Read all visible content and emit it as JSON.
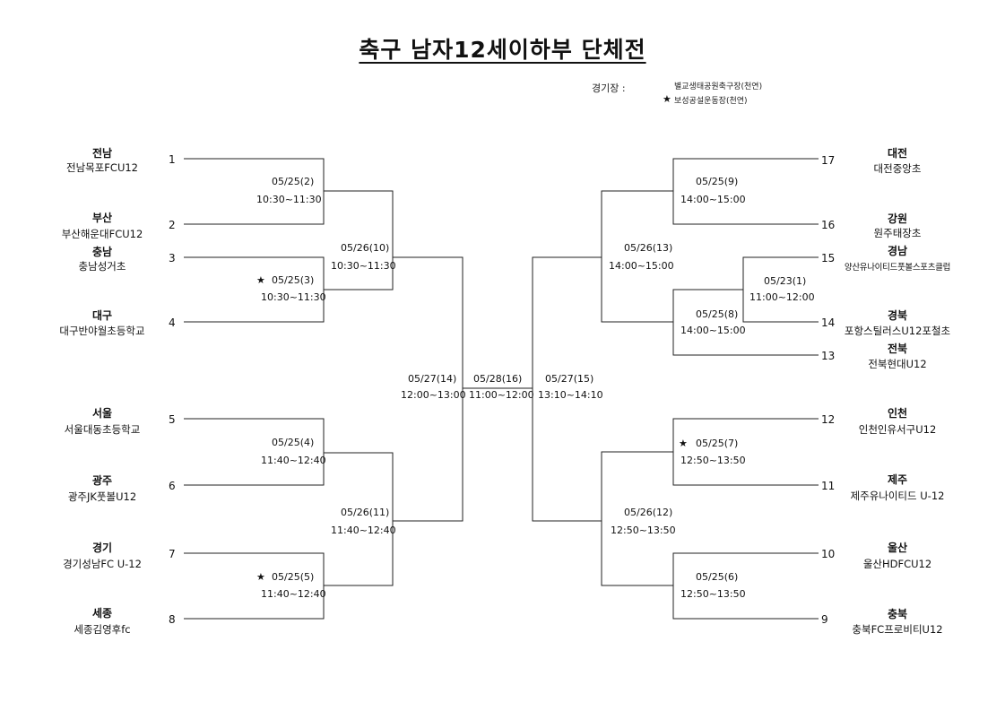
{
  "title": "축구 남자12세이하부 단체전",
  "venue": {
    "label": "경기장 :",
    "items": [
      "별교생태공원축구장(천연)",
      "보성공설운동장(천연)"
    ],
    "star": "★"
  },
  "teams": [
    {
      "seed": "1",
      "region": "전남",
      "name": "전남목포FCU12"
    },
    {
      "seed": "2",
      "region": "부산",
      "name": "부산해운대FCU12"
    },
    {
      "seed": "3",
      "region": "충남",
      "name": "충남성거초"
    },
    {
      "seed": "4",
      "region": "대구",
      "name": "대구반야월초등학교"
    },
    {
      "seed": "5",
      "region": "서울",
      "name": "서울대동초등학교"
    },
    {
      "seed": "6",
      "region": "광주",
      "name": "광주JK풋볼U12"
    },
    {
      "seed": "7",
      "region": "경기",
      "name": "경기성남FC U-12"
    },
    {
      "seed": "8",
      "region": "세종",
      "name": "세종김영후fc"
    },
    {
      "seed": "9",
      "region": "충북",
      "name": "충북FC프로비티U12"
    },
    {
      "seed": "10",
      "region": "울산",
      "name": "울산HDFCU12"
    },
    {
      "seed": "11",
      "region": "제주",
      "name": "제주유나이티드 U-12"
    },
    {
      "seed": "12",
      "region": "인천",
      "name": "인천인유서구U12"
    },
    {
      "seed": "13",
      "region": "전북",
      "name": "전북현대U12"
    },
    {
      "seed": "14",
      "region": "경북",
      "name": "포항스틸러스U12포철초"
    },
    {
      "seed": "15",
      "region": "경남",
      "name": "양산유나이티드풋볼스포츠클럽"
    },
    {
      "seed": "16",
      "region": "강원",
      "name": "원주태장초"
    },
    {
      "seed": "17",
      "region": "대전",
      "name": "대전중앙초"
    }
  ],
  "matches": [
    {
      "date": "05/25(2)",
      "time": "10:30~11:30"
    },
    {
      "date": "05/25(3)",
      "time": "10:30~11:30"
    },
    {
      "date": "05/25(4)",
      "time": "11:40~12:40"
    },
    {
      "date": "05/25(5)",
      "time": "11:40~12:40"
    },
    {
      "date": "05/26(10)",
      "time": "10:30~11:30"
    },
    {
      "date": "05/26(11)",
      "time": "11:40~12:40"
    },
    {
      "date": "05/27(14)",
      "time": "12:00~13:00"
    },
    {
      "date": "05/28(16)",
      "time": "11:00~12:00"
    },
    {
      "date": "05/27(15)",
      "time": "13:10~14:10"
    },
    {
      "date": "05/26(13)",
      "time": "14:00~15:00"
    },
    {
      "date": "05/26(12)",
      "time": "12:50~13:50"
    },
    {
      "date": "05/25(9)",
      "time": "14:00~15:00"
    },
    {
      "date": "05/23(1)",
      "time": "11:00~12:00"
    },
    {
      "date": "05/25(8)",
      "time": "14:00~15:00"
    },
    {
      "date": "05/25(7)",
      "time": "12:50~13:50"
    },
    {
      "date": "05/25(6)",
      "time": "12:50~13:50"
    }
  ]
}
